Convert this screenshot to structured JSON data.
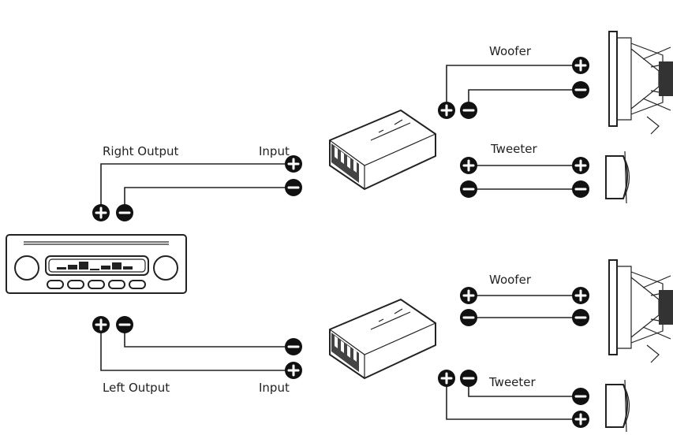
{
  "labels": {
    "right_output": "Right Output",
    "left_output": "Left Output",
    "input_top": "Input",
    "input_bottom": "Input",
    "woofer_top": "Woofer",
    "tweeter_top": "Tweeter",
    "woofer_bottom": "Woofer",
    "tweeter_bottom": "Tweeter"
  },
  "icons": {
    "head_unit": "car-radio-icon",
    "crossover": "crossover-icon",
    "woofer": "woofer-speaker-icon",
    "tweeter": "tweeter-speaker-icon",
    "positive": "plus-terminal-icon",
    "negative": "minus-terminal-icon"
  },
  "colors": {
    "line": "#222222",
    "terminal": "#111111",
    "background": "#ffffff"
  }
}
